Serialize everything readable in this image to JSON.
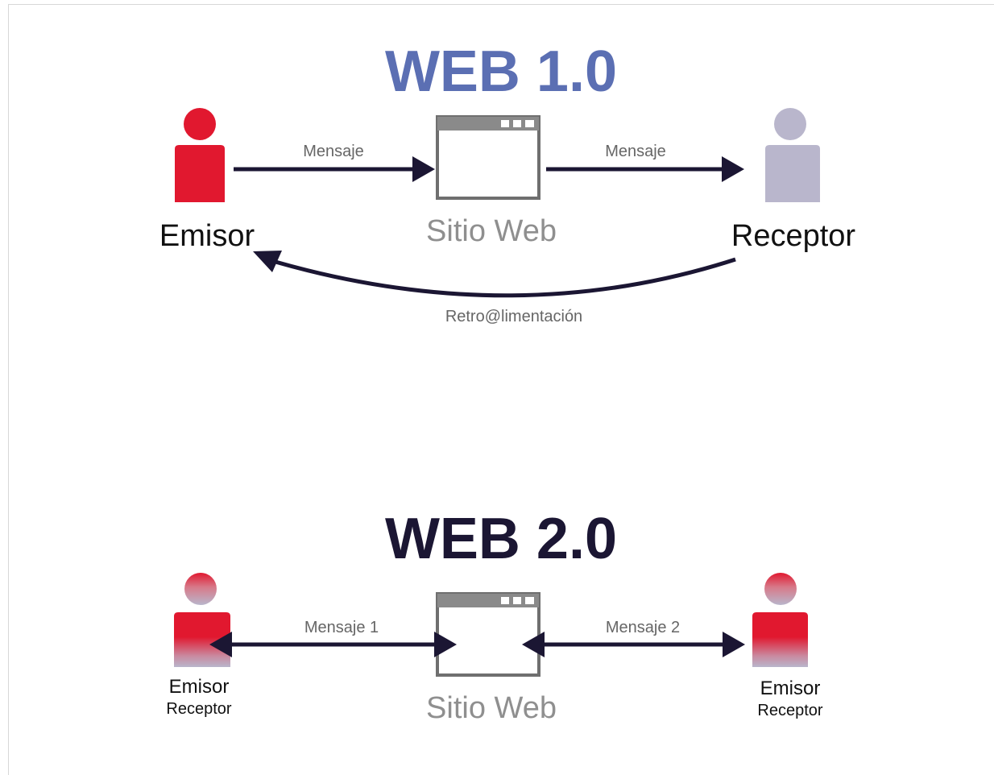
{
  "colors": {
    "web1_title": "#5b6fb3",
    "web2_title": "#1b1633",
    "arrow": "#1b1633",
    "emisor_red": "#e1182f",
    "receptor_lavender": "#b9b6cc",
    "window_border": "#6f6f6f",
    "window_titlebar": "#8a8a8a",
    "caption_gray": "#666666",
    "site_label_gray": "#8f8f8f",
    "text_dark": "#111111"
  },
  "web1": {
    "title": "WEB 1.0",
    "emisor_label": "Emisor",
    "site_label": "Sitio Web",
    "receptor_label": "Receptor",
    "message_left": "Mensaje",
    "message_right": "Mensaje",
    "feedback_label": "Retro@limentación"
  },
  "web2": {
    "title": "WEB 2.0",
    "left_label_1": "Emisor",
    "left_label_2": "Receptor",
    "site_label": "Sitio Web",
    "right_label_1": "Emisor",
    "right_label_2": "Receptor",
    "message_left": "Mensaje 1",
    "message_right": "Mensaje 2"
  }
}
